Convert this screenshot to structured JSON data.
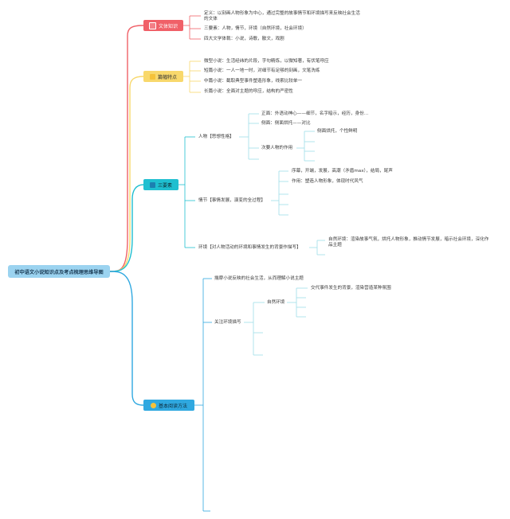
{
  "root": {
    "label": "初中语文小说知识点及考点梳理思维导图"
  },
  "branches": {
    "b1": {
      "label": "文体知识",
      "color": "#f06068",
      "icon": "flame-icon"
    },
    "b2": {
      "label": "篇幅特点",
      "color": "#f8d86c",
      "icon": "book-icon"
    },
    "b3": {
      "label": "三要素",
      "color": "#1fbfd0",
      "icon": "folder-icon"
    },
    "b4": {
      "label": "基本阅读方法",
      "color": "#2fa8e0",
      "icon": "smile-icon"
    }
  },
  "b1_items": [
    "定义：以刻画人物形象为中心，通过完整的故事情节和环境描写来反映社会生活的文体",
    "三要素：人物，情节，环境（自然环境，社会环境）",
    "四大文学体裁：小说，诗歌，散文，戏剧"
  ],
  "b2_items": [
    "微型小说：生活经纬的片段，字句精炼，以微知著，有伏笔呼应",
    "短篇小说：一人一地一时，对细节有足够的刻画，文笔洗练",
    "中篇小说：截取典型事件塑造形象，线索比较单一",
    "长篇小说：全面对主题的呼应，结构的严密性"
  ],
  "b3": {
    "person": {
      "label": "人物【思想性格】",
      "zheng": "正面：外语动神心——细节，名字暗示，经历，身份…",
      "ce": "侧面：侧面烘托——对比",
      "ci": "次要人物的作用",
      "ci_child": "侧面烘托，个性鲜明"
    },
    "plot": {
      "label": "情节【事情发展，演变的全过程】",
      "c1": "序幕，开端，发展，高潮（矛盾max），结局，尾声",
      "c2": "作用：塑造人物形象，体现时代风气"
    },
    "env": {
      "label": "环境【对人物活动的环境和事情发生的背景作描写】",
      "c1": "自然环境：渲染故事气氛，烘托人物形象，推动情节发展，暗示社会环境，深化作品主题"
    }
  },
  "b4": {
    "l1": "揣摩小说反映的社会生活，从而理解小说主题",
    "l2": "关注环境描写",
    "l3": "自然环境",
    "l4": "交代事件发生的背景，渲染营造某种氛围"
  },
  "colors": {
    "red": "#f06068",
    "yellow": "#f8d86c",
    "teal": "#1fbfd0",
    "blue": "#2fa8e0",
    "leaf": "#9fdde8",
    "root": "#9bd3f0"
  }
}
